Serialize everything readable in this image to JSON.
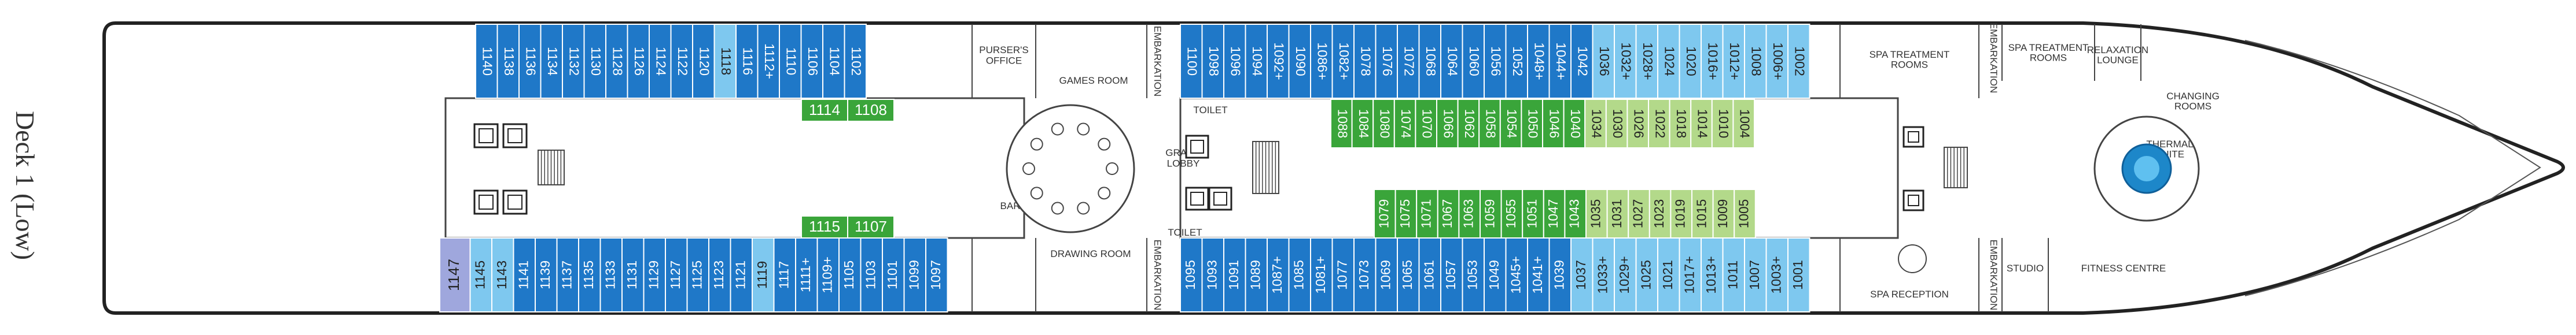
{
  "deck_title": "Deck 1 (Low)",
  "colors": {
    "suite_dark_blue": "#1f78c8",
    "suite_light_blue": "#7ec8ef",
    "lavender": "#9fa7dd",
    "green": "#3aa53a",
    "light_green": "#b3d98a",
    "hull_outline": "#222222"
  },
  "labels": {
    "pursers_office": "PURSER'S OFFICE",
    "games_room": "GAMES ROOM",
    "embarkation_fwd_games": "EMBARKATION",
    "embarkation_fwd_drawing": "EMBARKATION",
    "drawing_room": "DRAWING ROOM",
    "grand_lobby": "GRAND LOBBY",
    "bar": "BAR",
    "toilet_top": "TOILET",
    "toilet_bottom": "TOILET",
    "spa_treatment_rooms_1": "SPA TREATMENT ROOMS",
    "embarkation_spa_top": "EMBARKATION",
    "spa_treatment_rooms_2": "SPA TREATMENT ROOMS",
    "relaxation_lounge": "RELAXATION LOUNGE",
    "changing_rooms": "CHANGING ROOMS",
    "thermal_suite": "THERMAL SUITE",
    "spa_reception": "SPA RECEPTION",
    "embarkation_spa_bottom": "EMBARKATION",
    "studio": "STUDIO",
    "fitness_centre": "FITNESS CENTRE"
  },
  "cabins_top_aft": [
    "1140",
    "1138",
    "1136",
    "1134",
    "1132",
    "1130",
    "1128",
    "1126",
    "1124",
    "1122",
    "1120"
  ],
  "cabins_top_aft_light": [
    "1118"
  ],
  "cabins_top_mid": [
    "1116",
    "1112+",
    "1110",
    "1106",
    "1104",
    "1102"
  ],
  "cabins_top_fwd": [
    "1100",
    "1098",
    "1096",
    "1094",
    "1092+",
    "1090",
    "1086+",
    "1082+",
    "1078",
    "1076",
    "1072",
    "1068",
    "1064",
    "1060",
    "1056",
    "1052",
    "1048+",
    "1044+",
    "1042"
  ],
  "cabins_top_fwd_light": [
    "1036",
    "1032+",
    "1028+",
    "1024",
    "1020",
    "1016+",
    "1012+",
    "1008",
    "1006+",
    "1002"
  ],
  "cabins_bottom_aft_lavender": [
    "1147"
  ],
  "cabins_bottom_aft_light": [
    "1145",
    "1143"
  ],
  "cabins_bottom_aft": [
    "1141",
    "1139",
    "1137",
    "1135",
    "1133",
    "1131",
    "1129",
    "1127",
    "1125",
    "1123",
    "1121"
  ],
  "cabins_bottom_aft_light2": [
    "1119"
  ],
  "cabins_bottom_mid": [
    "1117",
    "1111+",
    "1109+",
    "1105",
    "1103",
    "1101",
    "1099",
    "1097"
  ],
  "cabins_bottom_fwd": [
    "1095",
    "1093",
    "1091",
    "1089",
    "1087+",
    "1085",
    "1081+",
    "1077",
    "1073",
    "1069",
    "1065",
    "1061",
    "1057",
    "1053",
    "1049",
    "1045+",
    "1041+",
    "1039"
  ],
  "cabins_bottom_fwd_light": [
    "1037",
    "1033+",
    "1029+",
    "1025",
    "1021",
    "1017+",
    "1013+",
    "1011",
    "1007",
    "1003+",
    "1001"
  ],
  "inner_aft_top": [
    "1114",
    "1108"
  ],
  "inner_aft_bottom": [
    "1115",
    "1107"
  ],
  "inner_fwd_top_green": [
    "1088",
    "1084",
    "1080",
    "1074",
    "1070",
    "1066",
    "1062",
    "1058",
    "1054",
    "1050",
    "1046",
    "1040"
  ],
  "inner_fwd_top_light": [
    "1034",
    "1030",
    "1026",
    "1022",
    "1018",
    "1014",
    "1010",
    "1004"
  ],
  "inner_fwd_bottom_green": [
    "1079",
    "1075",
    "1071",
    "1067",
    "1063",
    "1059",
    "1055",
    "1051",
    "1047",
    "1043"
  ],
  "inner_fwd_bottom_light": [
    "1035",
    "1031",
    "1027",
    "1023",
    "1019",
    "1015",
    "1009",
    "1005"
  ]
}
